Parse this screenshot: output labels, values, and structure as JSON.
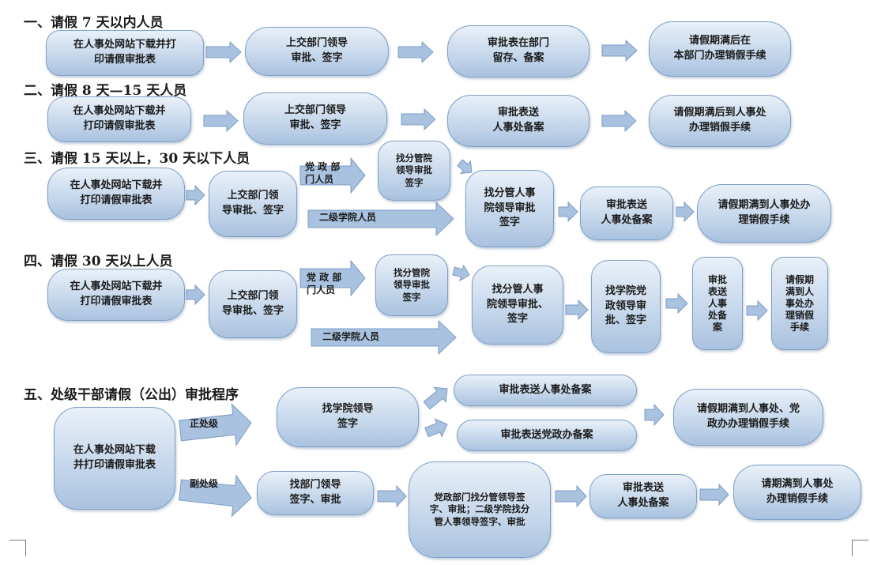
{
  "headings": {
    "h1": "一、请假 7 天以内人员",
    "h2": "二、请假 8 天—15 天人员",
    "h3": "三、请假 15 天以上，30 天以下人员",
    "h4": "四、请假 30 天以上人员",
    "h5": "五、处级干部请假（公出）审批程序"
  },
  "nodes": {
    "r1_1": "在人事处网站下载并打\n印请假审批表",
    "r1_2": "上交部门领导\n审批、签字",
    "r1_3": "审批表在部门\n留存、备案",
    "r1_4": "请假期满后在\n本部门办理销假手续",
    "r2_1": "在人事处网站下载并\n打印请假审批表",
    "r2_2": "上交部门领导\n审批、签字",
    "r2_3": "审批表送\n人事处备案",
    "r2_4": "请假期满后到人事处\n办理销假手续",
    "r3_1": "在人事处网站下载并\n打印请假审批表",
    "r3_2": "上交部门领\n导审批、签字",
    "r3_3": "找分管院\n领导审批\n签字",
    "r3_4": "找分管人事\n院领导审批\n签字",
    "r3_5": "审批表送\n人事处备案",
    "r3_6": "请假期满到人事处办\n理销假手续",
    "r4_1": "在人事处网站下载并\n打印请假审批表",
    "r4_2": "上交部门领\n导审批、签字",
    "r4_3": "找分管院\n领导审批\n签字",
    "r4_4": "找分管人事\n院领导审批、\n签字",
    "r4_5": "找学院党\n政领导审\n批、签字",
    "r4_6": "审批\n表送\n人事\n处备\n案",
    "r4_7": "请假期\n满到人\n事处办\n理销假\n手续",
    "r5_1": "在人事处网站下载\n并打印请假审批表",
    "r5_2": "找学院领导\n签字",
    "r5_3": "审批表送人事处备案",
    "r5_4": "审批表送党政办备案",
    "r5_5": "请假期满到人事处、党\n政办办理销假手续",
    "r5_6": "找部门领导\n签字、审批",
    "r5_7": "党政部门找分管领导签\n字、审批；二级学院找分\n管人事领导签字、审批",
    "r5_8": "审批表送\n人事处备案",
    "r5_9": "请期满到人事处\n办理销假手续"
  },
  "arrow_labels": {
    "r3_party": "党 政 部\n门人员",
    "r3_college": "二级学院人员",
    "r4_party": "党 政 部\n门人员",
    "r4_college": "二级学院人员",
    "r5_main": "正处级",
    "r5_deputy": "副处级"
  },
  "colors": {
    "box_top": "#e9f0f8",
    "box_bottom": "#a9c2df",
    "box_border": "#7f9fc6",
    "arrow_fill": "#a8c2e0",
    "arrow_stroke": "#7d9cc4"
  }
}
